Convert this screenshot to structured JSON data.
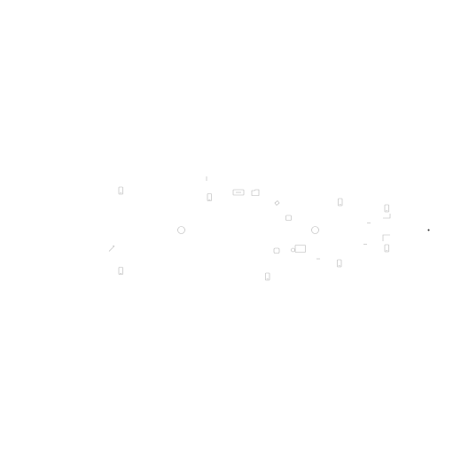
{
  "diagram": {
    "background_color": "#ffffff",
    "line_color": "#b4b4b4",
    "dark_line_color": "#8a8a8a",
    "dot_color": "#222222",
    "glyphs": [
      {
        "id": "phone-1",
        "icon": "phone-icon"
      },
      {
        "id": "phone-2",
        "icon": "phone-icon"
      },
      {
        "id": "phone-3",
        "icon": "phone-icon"
      },
      {
        "id": "phone-4",
        "icon": "phone-icon"
      },
      {
        "id": "phone-5",
        "icon": "phone-icon"
      },
      {
        "id": "phone-6",
        "icon": "phone-icon"
      },
      {
        "id": "phone-7",
        "icon": "phone-icon"
      },
      {
        "id": "phone-8",
        "icon": "phone-icon"
      },
      {
        "id": "circle-1",
        "icon": "circle-node-icon"
      },
      {
        "id": "circle-2",
        "icon": "circle-node-icon"
      },
      {
        "id": "tablet-1",
        "icon": "tablet-icon"
      },
      {
        "id": "tablet-2",
        "icon": "tablet-icon"
      },
      {
        "id": "folder-1",
        "icon": "folder-icon"
      },
      {
        "id": "device-1",
        "icon": "device-icon"
      },
      {
        "id": "device-2",
        "icon": "device-icon"
      },
      {
        "id": "link-1",
        "icon": "link-icon"
      },
      {
        "id": "arrow-1",
        "icon": "diagonal-arrow-icon"
      },
      {
        "id": "bracket-1",
        "icon": "bracket-icon"
      },
      {
        "id": "bracket-2",
        "icon": "bracket-icon"
      },
      {
        "id": "tick-1",
        "icon": "tick-mark-icon"
      },
      {
        "id": "dash-1",
        "icon": "dash-icon"
      },
      {
        "id": "dash-2",
        "icon": "dash-icon"
      },
      {
        "id": "dash-3",
        "icon": "dash-icon"
      },
      {
        "id": "dot-1",
        "icon": "dot-icon"
      }
    ]
  }
}
